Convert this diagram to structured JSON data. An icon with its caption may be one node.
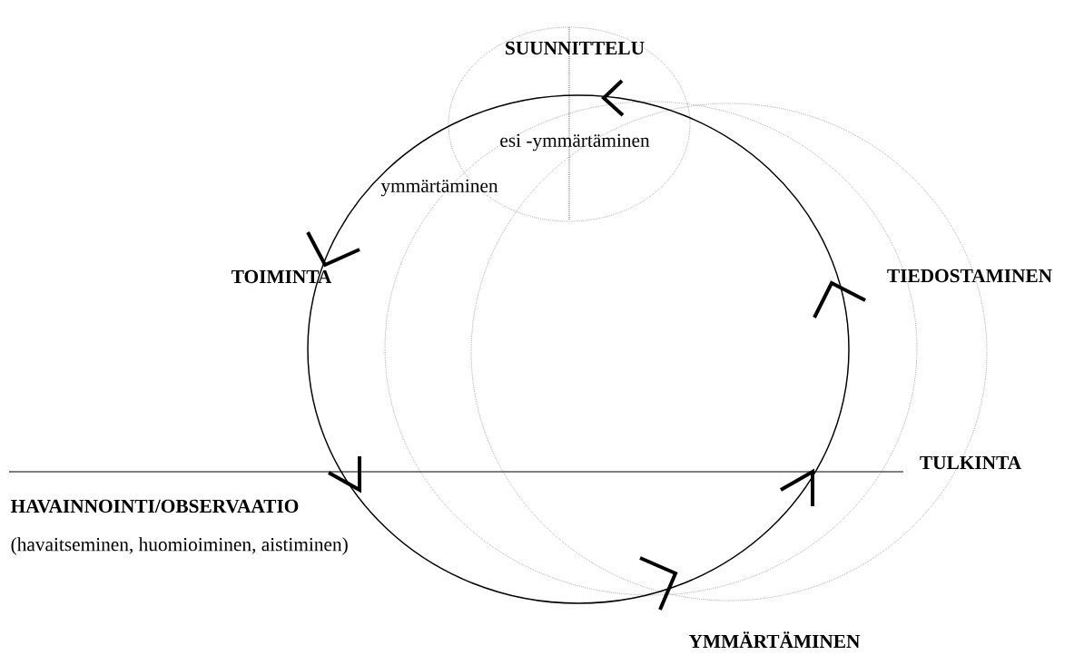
{
  "diagram": {
    "labels": [
      "SUUNNITTELU",
      "esi -ymmärtäminen",
      "ymmärtäminen",
      "TOIMINTA",
      "TIEDOSTAMINEN",
      "TULKINTA",
      "HAVAINNOINTI/OBSERVAATIO",
      "(havaitseminen, huomioiminen, aistiminen)",
      "YMMÄRTÄMINEN"
    ]
  }
}
